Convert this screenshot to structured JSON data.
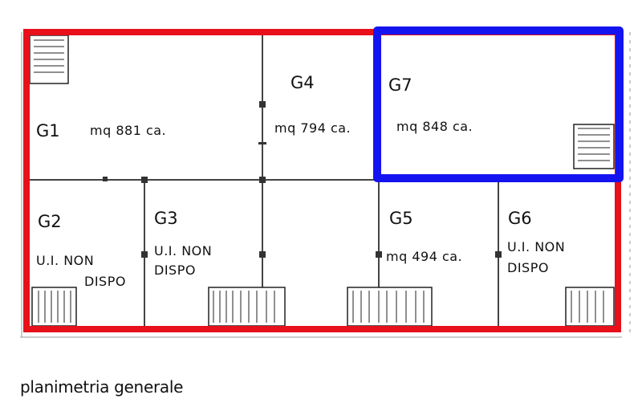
{
  "title": "planimetria generale",
  "colors": {
    "outline": "#e8101a",
    "highlight": "#1414f0",
    "walls": "#333333"
  },
  "units": [
    {
      "id": "G1",
      "text": "mq 881 ca."
    },
    {
      "id": "G4",
      "text": "mq 794 ca."
    },
    {
      "id": "G7",
      "text": "mq 848 ca."
    },
    {
      "id": "G2",
      "text1": "U.I. NON",
      "text2": "DISPO"
    },
    {
      "id": "G3",
      "text1": "U.I. NON",
      "text2": "DISPO"
    },
    {
      "id": "G5",
      "text": "mq 494 ca."
    },
    {
      "id": "G6",
      "text1": "U.I. NON",
      "text2": "DISPO"
    }
  ]
}
